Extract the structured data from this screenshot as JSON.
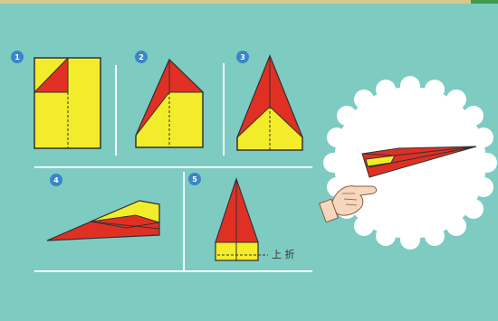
{
  "colors": {
    "background": "#7ecbc2",
    "badge": "#3a86c8",
    "red": "#e03024",
    "yellow": "#f3ec2a",
    "outline": "#333333",
    "divider": "#ffffff",
    "circle": "#ffffff"
  },
  "steps": [
    {
      "number": "1"
    },
    {
      "number": "2"
    },
    {
      "number": "3"
    },
    {
      "number": "4"
    },
    {
      "number": "5"
    }
  ],
  "fold_note": "上 折",
  "icons": [
    "paper-airplane-diagram",
    "hand-icon"
  ]
}
